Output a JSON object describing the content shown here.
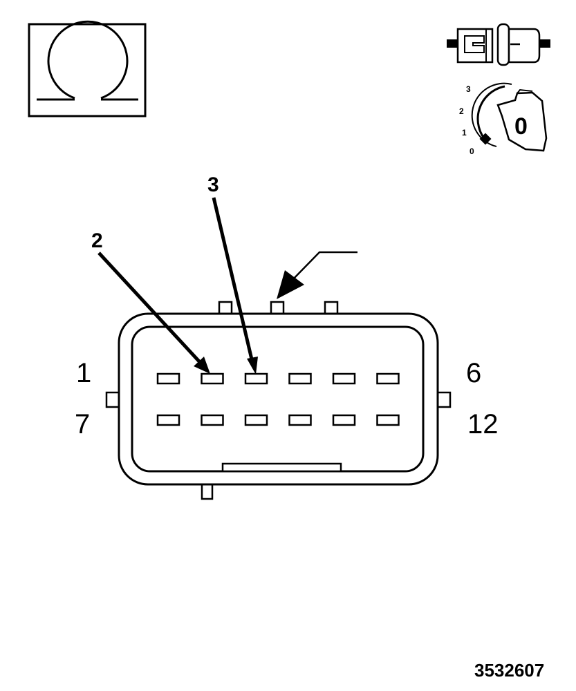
{
  "symbols": {
    "meter_mode": "ohm",
    "connector_state": "disconnected",
    "ignition_key": {
      "positions": [
        "3",
        "2",
        "1",
        "0"
      ],
      "key_label": "0"
    }
  },
  "connector": {
    "pin_labels": {
      "top_left": "1",
      "top_right": "6",
      "bottom_left": "7",
      "bottom_right": "12"
    },
    "pin_count": 12
  },
  "callouts": [
    "2",
    "3"
  ],
  "figure_id": "3532607"
}
